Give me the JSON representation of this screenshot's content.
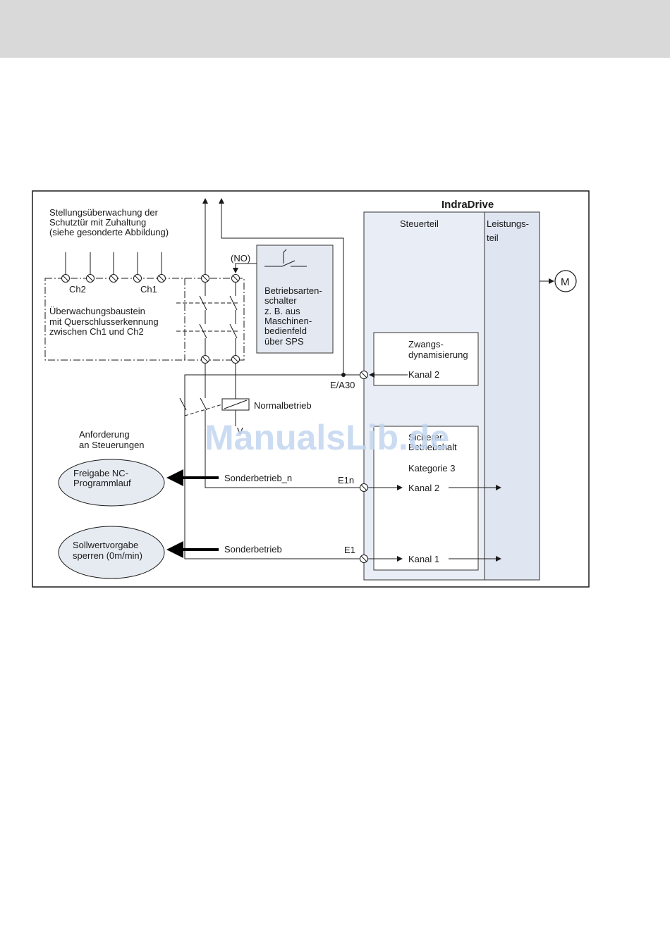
{
  "diagram": {
    "title": "IndraDrive",
    "blocks": {
      "steuerteil": "Steuerteil",
      "leistungsteil": [
        "Leistungs-",
        "teil"
      ],
      "motor": "M",
      "zwangsdyn": [
        "Zwangs-",
        "dynamisierung",
        "Kanal 2"
      ],
      "sicherer_betrieb": [
        "Sicherer",
        "Betriebshalt",
        "Kategorie 3",
        "Kanal 2",
        "Kanal 1"
      ],
      "betriebsarten": [
        "Betriebsarten-",
        "schalter",
        "z. B. aus",
        "Maschinen-",
        "bedienfeld",
        "über SPS"
      ]
    },
    "labels": {
      "stellung": [
        "Stellungsüberwachung der",
        "Schutztür mit Zuhaltung",
        "(siehe gesonderte Abbildung)"
      ],
      "ueberwachung": [
        "Überwachungsbaustein",
        "mit Querschlusserkennung",
        "zwischen Ch1 und Ch2"
      ],
      "ch2": "Ch2",
      "ch1": "Ch1",
      "no": "(NO)",
      "ea30": "E/A30",
      "e1n": "E1n",
      "e1": "E1",
      "normalbetrieb": "Normalbetrieb",
      "anforderung": [
        "Anforderung",
        "an Steuerungen"
      ],
      "sonderbetrieb_n": "Sonderbetrieb_n",
      "sonderbetrieb": "Sonderbetrieb",
      "v": "V"
    },
    "ellipses": {
      "freigabe": [
        "Freigabe NC-",
        "Programmlauf"
      ],
      "sollwert": [
        "Sollwertvorgabe",
        "sperren (0m/min)"
      ]
    },
    "watermark": "ManualsLib.de"
  }
}
